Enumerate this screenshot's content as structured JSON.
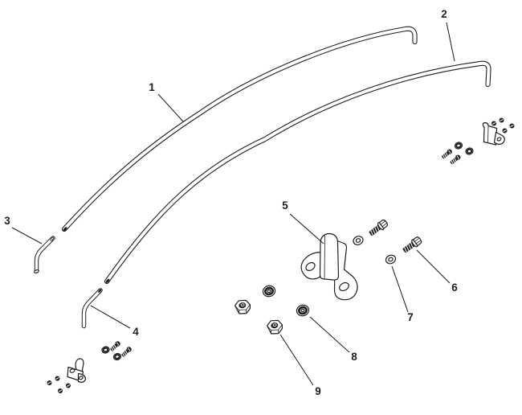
{
  "diagram": {
    "colors": {
      "ink": "#1f1f1f",
      "paper": "#ffffff"
    },
    "callouts": [
      {
        "label": "1"
      },
      {
        "label": "2"
      },
      {
        "label": "3"
      },
      {
        "label": "4"
      },
      {
        "label": "5"
      },
      {
        "label": "6"
      },
      {
        "label": "7"
      },
      {
        "label": "8"
      },
      {
        "label": "9"
      }
    ]
  }
}
